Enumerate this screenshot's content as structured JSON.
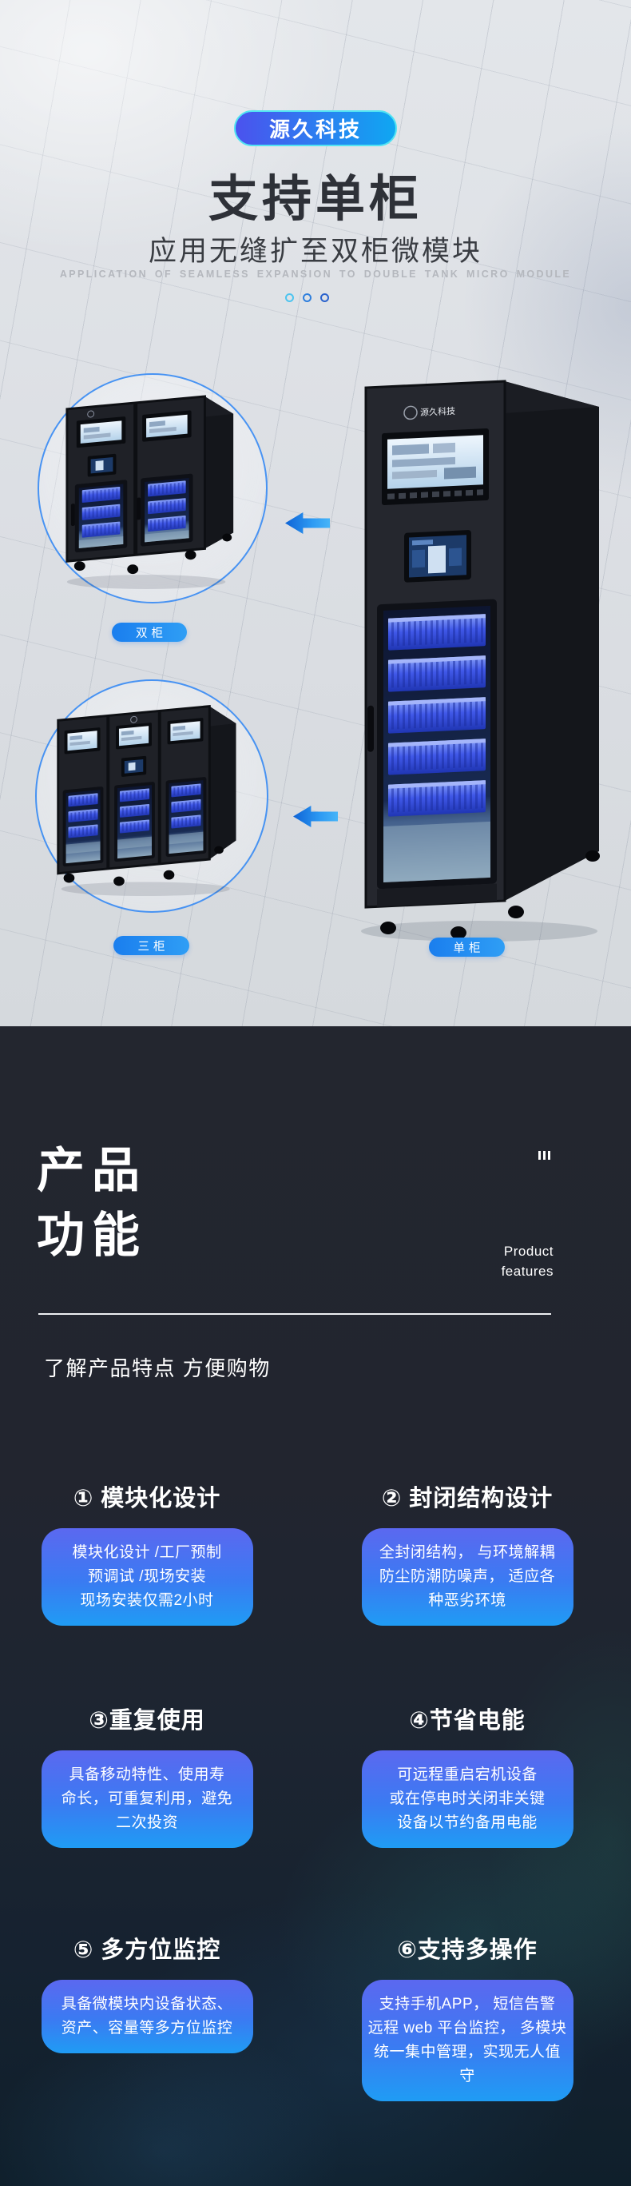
{
  "hero": {
    "brand_badge": "源久科技",
    "title": "支持单柜",
    "subtitle": "应用无缝扩至双柜微模块",
    "subtitle_en": "APPLICATION OF SEAMLESS EXPANSION TO DOUBLE TANK MICRO MODULE",
    "carousel_dots": [
      {
        "name": "carousel-dot-1",
        "color": "#4ec4ef"
      },
      {
        "name": "carousel-dot-2",
        "color": "#2f7fdd"
      },
      {
        "name": "carousel-dot-3",
        "color": "#2b63cd"
      }
    ],
    "cabinet_logo": "源久科技",
    "labels": {
      "double": "双柜",
      "triple": "三柜",
      "single": "单柜"
    },
    "icons": {
      "arrow_to_double": "left-arrow",
      "arrow_to_triple": "left-arrow"
    },
    "colors": {
      "badge_gradient_start": "#4b52ee",
      "badge_gradient_end": "#0fa7f2",
      "badge_border": "#52e3f2",
      "label_pill": "#1f8bf2",
      "circle_border": "#2b84f3",
      "arrow_blue": "#1c7fe8"
    }
  },
  "features_section": {
    "heading": "产品\n功能",
    "heading_en": "Product\nfeatures",
    "intro": "了解产品特点 方便购物",
    "features": [
      {
        "title": "① 模块化设计",
        "desc": "模块化设计 /工厂预制\n预调试 /现场安装\n现场安装仅需2小时"
      },
      {
        "title": "② 封闭结构设计",
        "desc": "全封闭结构， 与环境解耦\n防尘防潮防噪声， 适应各\n种恶劣环境"
      },
      {
        "title": "③重复使用",
        "desc": "具备移动特性、使用寿\n命长，可重复利用，避免\n二次投资"
      },
      {
        "title": "④节省电能",
        "desc": "可远程重启宕机设备\n或在停电时关闭非关键\n设备以节约备用电能"
      },
      {
        "title": "⑤ 多方位监控",
        "desc": "具备微模块内设备状态、\n资产、容量等多方位监控"
      },
      {
        "title": "⑥支持多操作",
        "desc": "支持手机APP， 短信告警\n远程 web 平台监控， 多模块\n统一集中管理，实现无人值守"
      }
    ],
    "colors": {
      "card_gradient_start": "#5b68f0",
      "card_gradient_end": "#1f9cf4",
      "background": "#23262f"
    }
  }
}
